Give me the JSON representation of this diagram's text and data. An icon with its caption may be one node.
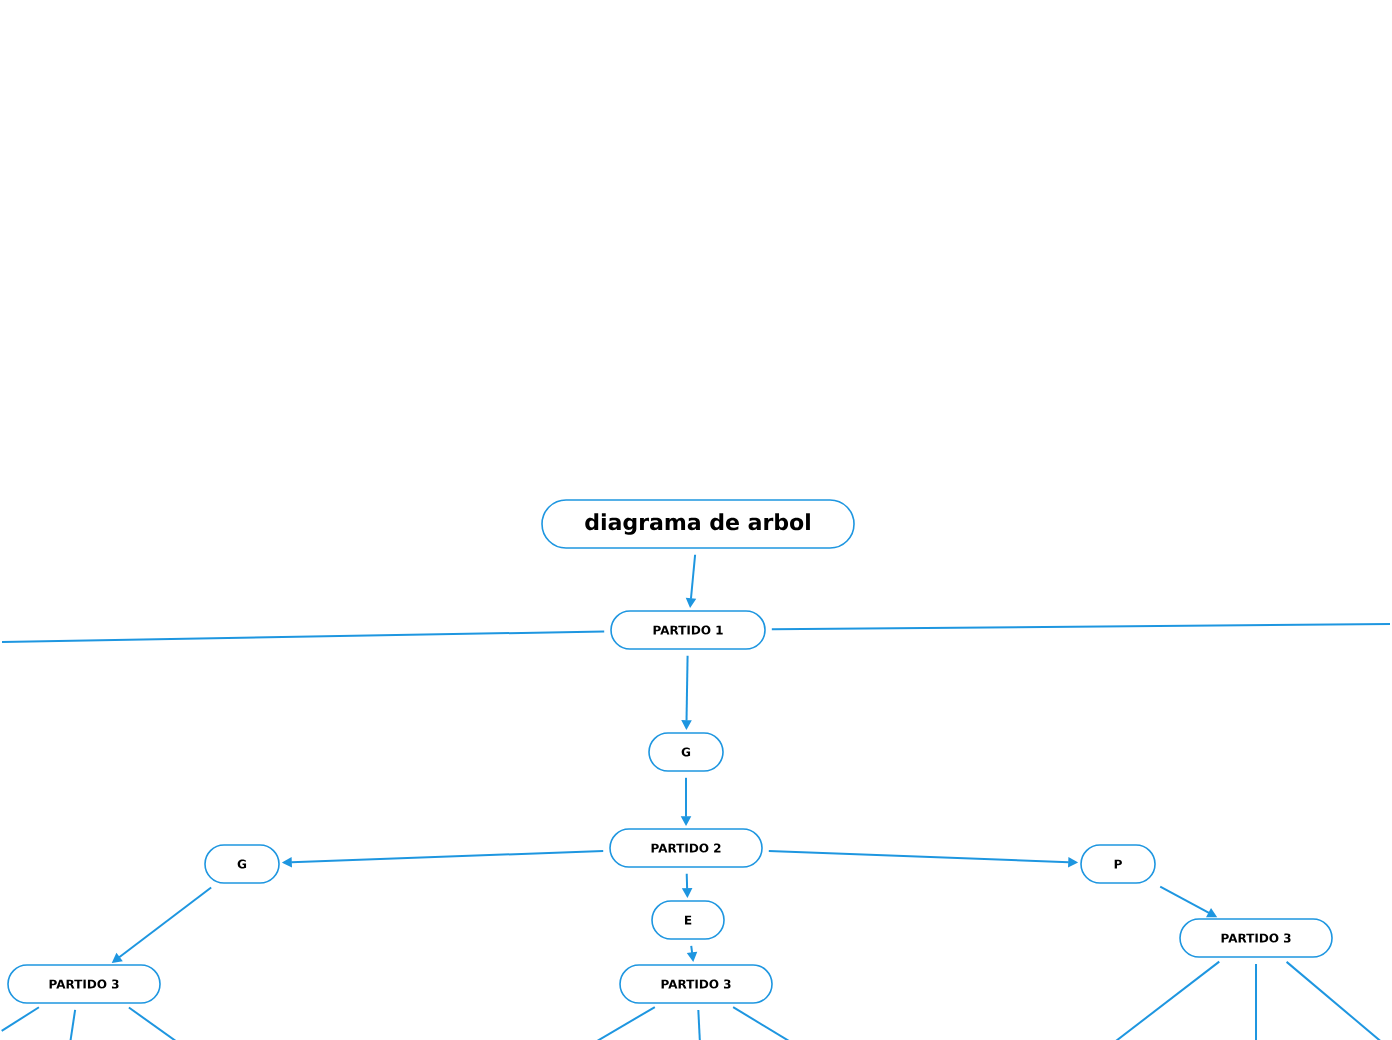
{
  "diagram": {
    "nodes": [
      {
        "text": [
          "diagrama de arbol"
        ]
      },
      {
        "text": [
          "PARTIDO 1"
        ]
      },
      {
        "text": [
          "G"
        ]
      },
      {
        "text": [
          "PARTIDO 2"
        ]
      },
      {
        "text": [
          "G"
        ]
      },
      {
        "text": [
          "E"
        ]
      },
      {
        "text": [
          "P"
        ]
      },
      {
        "text": [
          "PARTIDO 3"
        ]
      },
      {
        "text": [
          "PARTIDO 3"
        ]
      },
      {
        "text": [
          "PARTIDO 3"
        ]
      }
    ],
    "edges": [
      {
        "from": 0,
        "to": 1,
        "arrow": "to"
      },
      {
        "from": 1,
        "to": null,
        "arrow": "none"
      },
      {
        "from": 1,
        "to": null,
        "arrow": "none"
      },
      {
        "from": 1,
        "to": 2,
        "arrow": "to"
      },
      {
        "from": 2,
        "to": 3,
        "arrow": "to"
      },
      {
        "from": 3,
        "to": 4,
        "arrow": "to"
      },
      {
        "from": 3,
        "to": 5,
        "arrow": "to"
      },
      {
        "from": 3,
        "to": 6,
        "arrow": "to"
      },
      {
        "from": 4,
        "to": 7,
        "arrow": "to"
      },
      {
        "from": 5,
        "to": 8,
        "arrow": "to"
      },
      {
        "from": 6,
        "to": 9,
        "arrow": "to"
      },
      {
        "from": 7,
        "to": null,
        "arrow": "none"
      },
      {
        "from": 7,
        "to": null,
        "arrow": "none"
      },
      {
        "from": 7,
        "to": null,
        "arrow": "none"
      },
      {
        "from": 8,
        "to": null,
        "arrow": "none"
      },
      {
        "from": 8,
        "to": null,
        "arrow": "none"
      },
      {
        "from": 8,
        "to": null,
        "arrow": "none"
      },
      {
        "from": 9,
        "to": null,
        "arrow": "none"
      },
      {
        "from": 9,
        "to": null,
        "arrow": "none"
      },
      {
        "from": 9,
        "to": null,
        "arrow": "none"
      }
    ]
  }
}
